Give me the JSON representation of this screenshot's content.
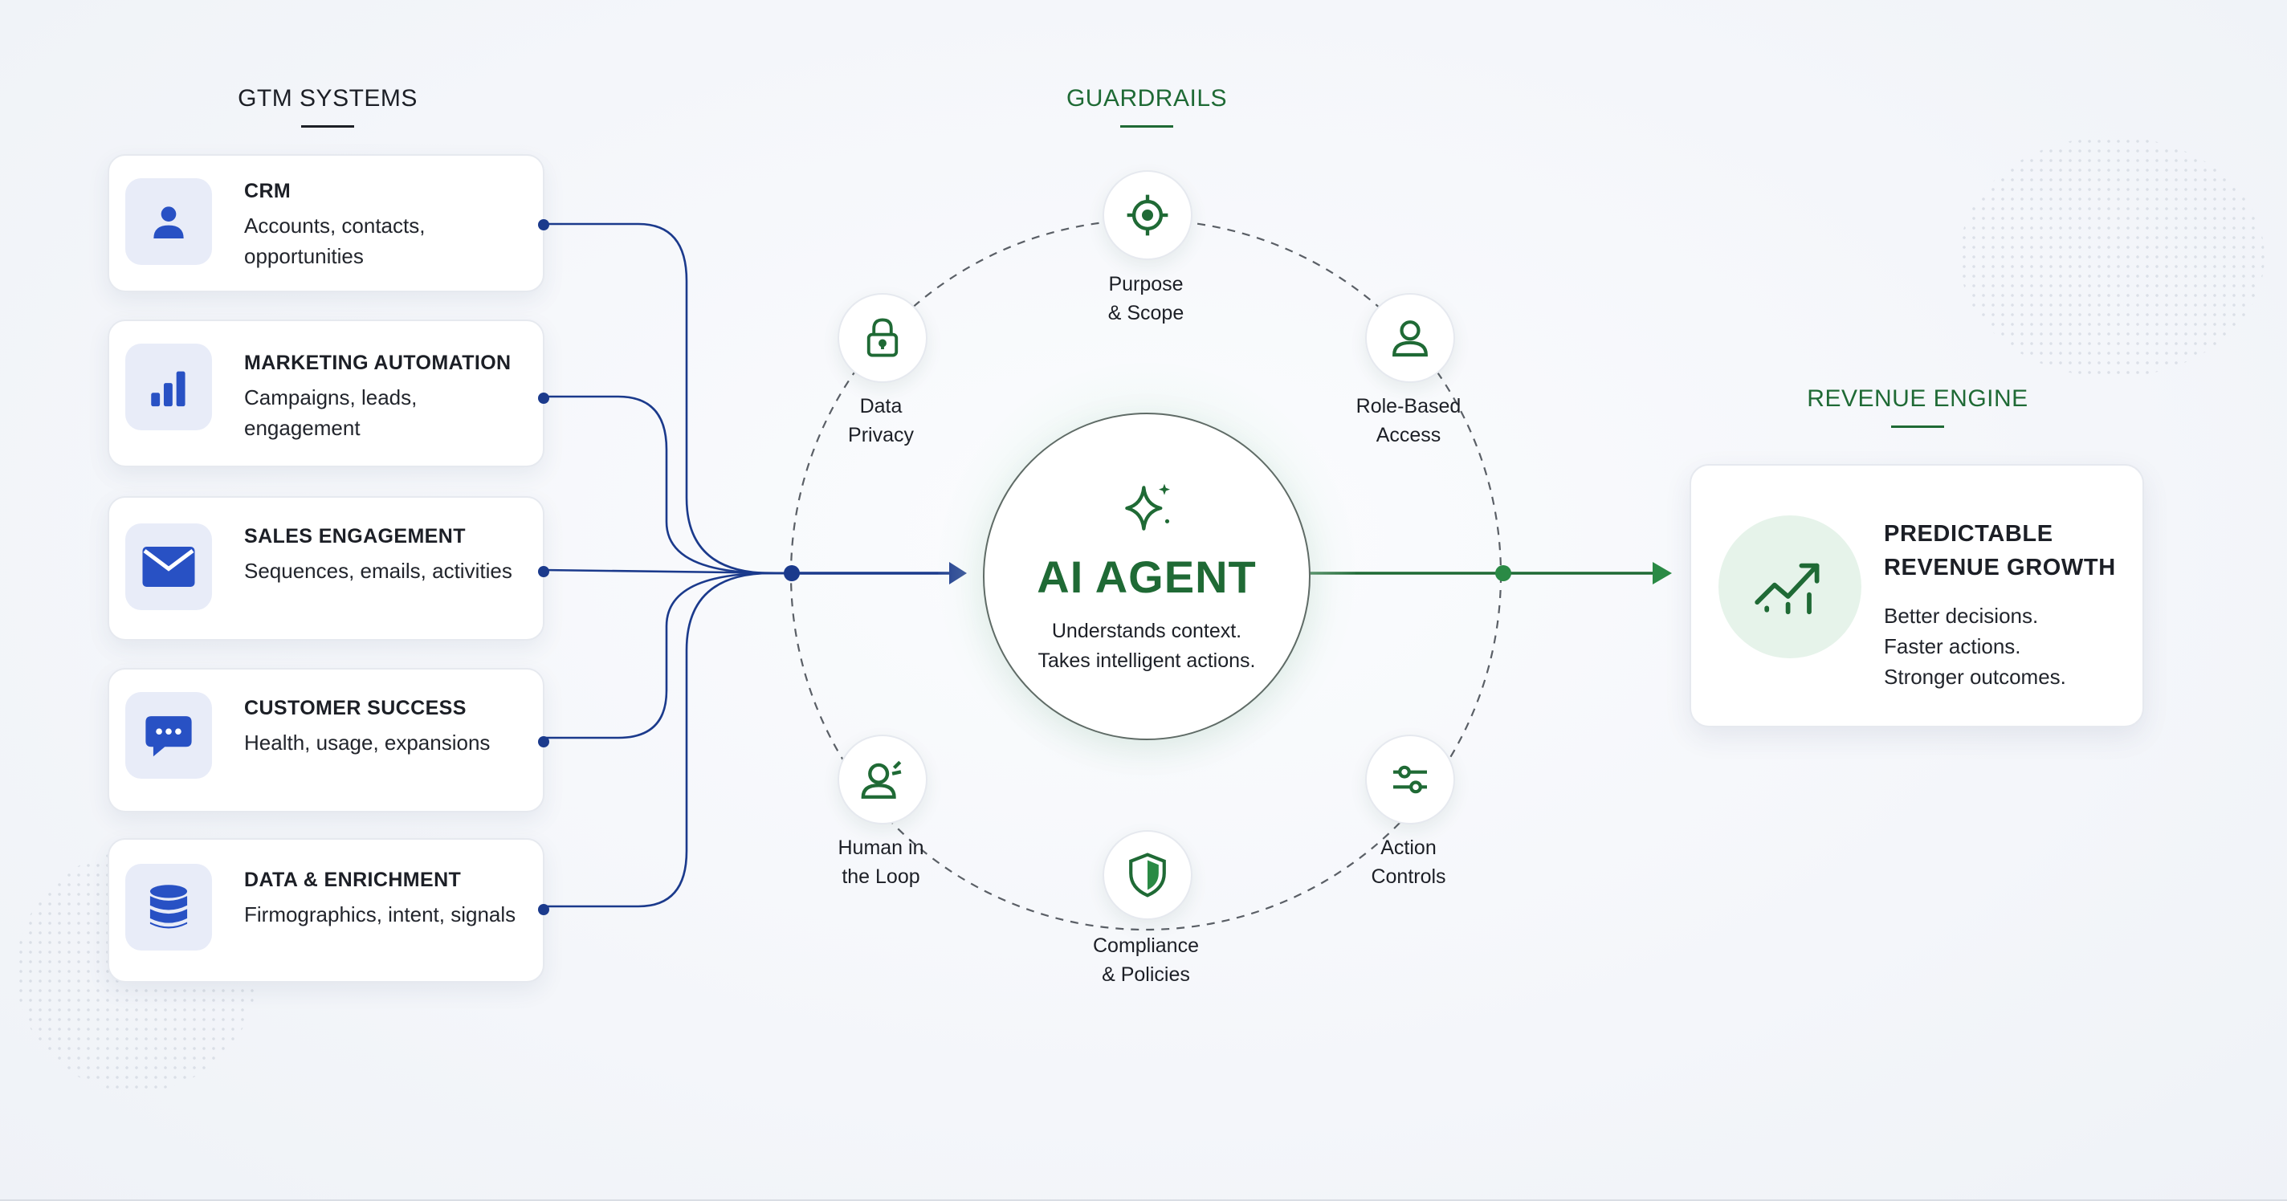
{
  "sections": {
    "gtm_title": "GTM SYSTEMS",
    "guardrails_title": "GUARDRAILS",
    "revenue_title": "REVENUE ENGINE"
  },
  "gtm_systems": [
    {
      "title": "CRM",
      "desc": "Accounts, contacts, opportunities",
      "icon": "person-icon"
    },
    {
      "title": "MARKETING AUTOMATION",
      "desc": "Campaigns, leads, engagement",
      "icon": "bar-chart-icon"
    },
    {
      "title": "SALES ENGAGEMENT",
      "desc": "Sequences, emails, activities",
      "icon": "envelope-icon"
    },
    {
      "title": "CUSTOMER SUCCESS",
      "desc": "Health, usage, expansions",
      "icon": "chat-bubble-icon"
    },
    {
      "title": "DATA & ENRICHMENT",
      "desc": "Firmographics, intent, signals",
      "icon": "database-icon"
    }
  ],
  "guardrails": [
    {
      "line1": "Purpose",
      "line2": "& Scope",
      "icon": "target-icon"
    },
    {
      "line1": "Role-Based",
      "line2": "Access",
      "icon": "user-icon"
    },
    {
      "line1": "Action",
      "line2": "Controls",
      "icon": "sliders-icon"
    },
    {
      "line1": "Compliance",
      "line2": "& Policies",
      "icon": "shield-icon"
    },
    {
      "line1": "Human in",
      "line2": "the Loop",
      "icon": "human-loop-icon"
    },
    {
      "line1": "Data",
      "line2": "Privacy",
      "icon": "lock-icon"
    }
  ],
  "agent": {
    "title": "AI AGENT",
    "desc_line1": "Understands context.",
    "desc_line2": "Takes intelligent actions.",
    "icon": "sparkle-icon"
  },
  "revenue": {
    "title_line1": "PREDICTABLE",
    "title_line2": "REVENUE GROWTH",
    "desc_line1": "Better decisions.",
    "desc_line2": "Faster actions.",
    "desc_line3": "Stronger outcomes.",
    "icon": "trend-up-icon"
  },
  "colors": {
    "blue": "#1b3a8c",
    "icon_blue": "#2851c4",
    "green": "#1f6a35",
    "arrow_green": "#2a8a45"
  }
}
